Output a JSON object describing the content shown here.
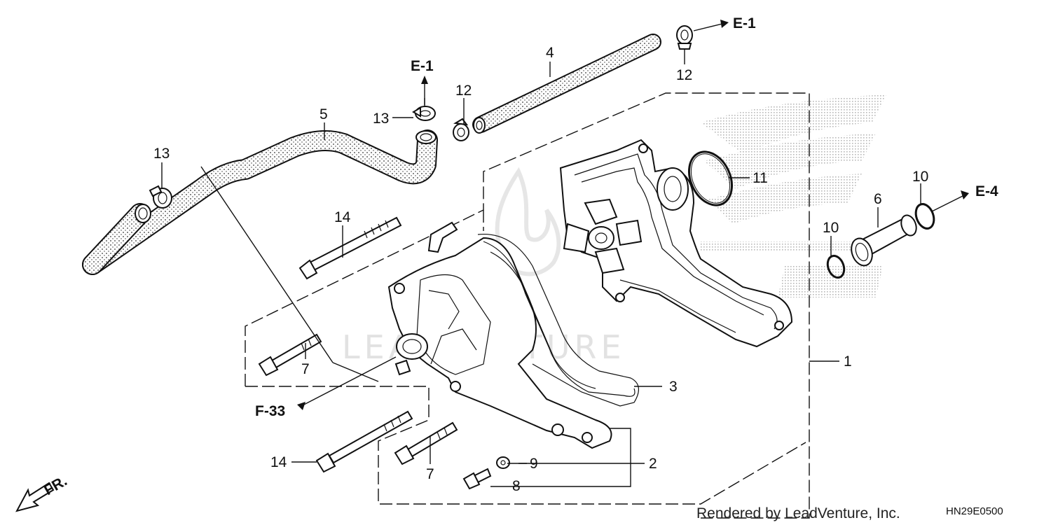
{
  "diagram": {
    "callouts": [
      {
        "id": "c1",
        "text": "1"
      },
      {
        "id": "c2",
        "text": "2"
      },
      {
        "id": "c3",
        "text": "3"
      },
      {
        "id": "c4",
        "text": "4"
      },
      {
        "id": "c5",
        "text": "5"
      },
      {
        "id": "c6",
        "text": "6"
      },
      {
        "id": "c7a",
        "text": "7"
      },
      {
        "id": "c7b",
        "text": "7"
      },
      {
        "id": "c8",
        "text": "8"
      },
      {
        "id": "c9",
        "text": "9"
      },
      {
        "id": "c10a",
        "text": "10"
      },
      {
        "id": "c10b",
        "text": "10"
      },
      {
        "id": "c11",
        "text": "11"
      },
      {
        "id": "c12a",
        "text": "12"
      },
      {
        "id": "c12b",
        "text": "12"
      },
      {
        "id": "c13a",
        "text": "13"
      },
      {
        "id": "c13b",
        "text": "13"
      },
      {
        "id": "c14a",
        "text": "14"
      },
      {
        "id": "c14b",
        "text": "14"
      }
    ],
    "references": [
      {
        "id": "ref_e1_top",
        "text": "E-1"
      },
      {
        "id": "ref_e1_mid",
        "text": "E-1"
      },
      {
        "id": "ref_e4",
        "text": "E-4"
      },
      {
        "id": "ref_f33",
        "text": "F-33"
      }
    ],
    "front_indicator": "FR.",
    "credit": "Rendered by LeadVenture, Inc.",
    "diagram_code": "HN29E0500",
    "watermark": "LEADVENTURE"
  }
}
